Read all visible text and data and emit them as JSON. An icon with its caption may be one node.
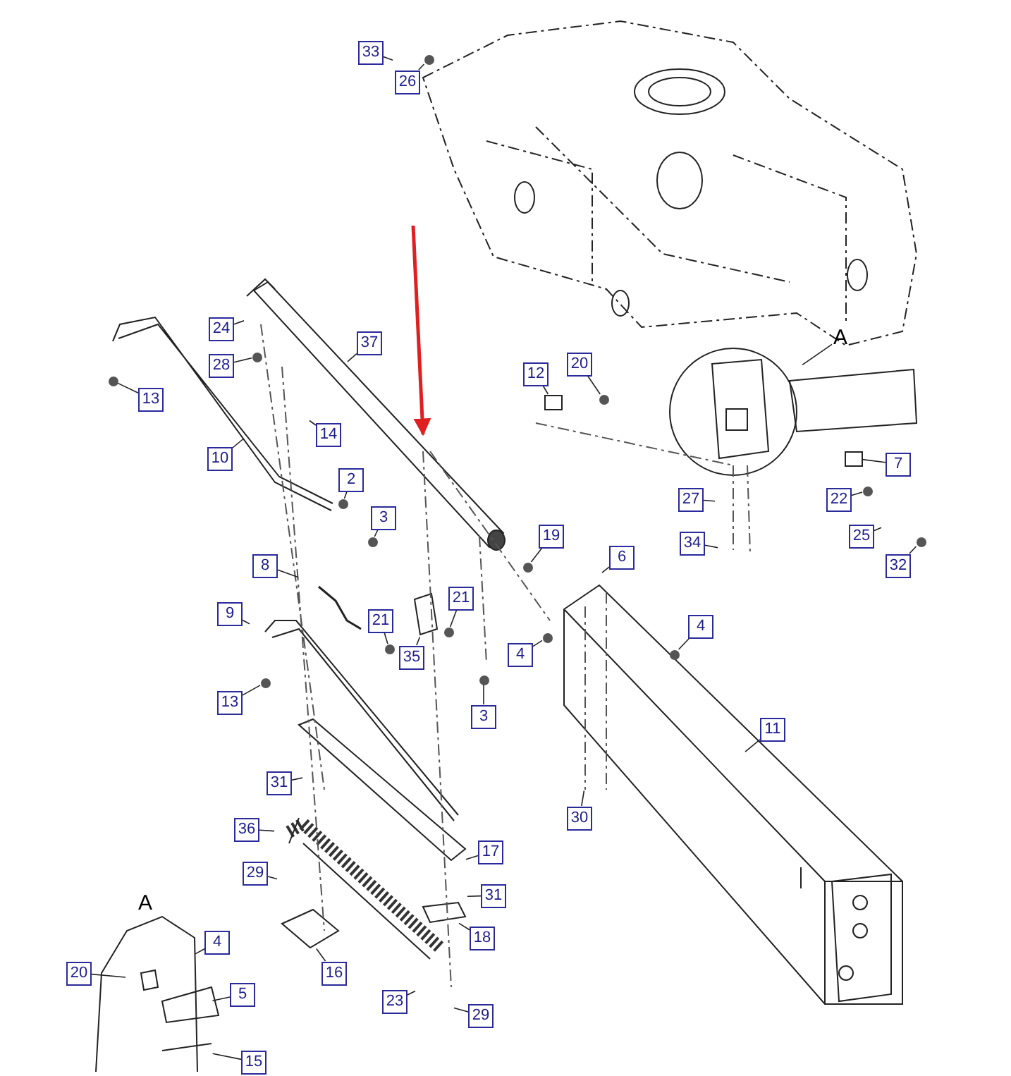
{
  "diagram": {
    "nodes": [
      {
        "text": [
          "33"
        ]
      },
      {
        "text": [
          "26"
        ]
      },
      {
        "text": [
          "24"
        ]
      },
      {
        "text": [
          "A"
        ]
      },
      {
        "text": [
          "37"
        ]
      },
      {
        "text": [
          "20"
        ]
      },
      {
        "text": [
          "28"
        ]
      },
      {
        "text": [
          "12"
        ]
      },
      {
        "text": [
          "13"
        ]
      },
      {
        "text": [
          "14"
        ]
      },
      {
        "text": [
          "10"
        ]
      },
      {
        "text": [
          "7"
        ]
      },
      {
        "text": [
          "2"
        ]
      },
      {
        "text": [
          "27"
        ]
      },
      {
        "text": [
          "22"
        ]
      },
      {
        "text": [
          "3"
        ]
      },
      {
        "text": [
          "19"
        ]
      },
      {
        "text": [
          "25"
        ]
      },
      {
        "text": [
          "34"
        ]
      },
      {
        "text": [
          "6"
        ]
      },
      {
        "text": [
          "8"
        ]
      },
      {
        "text": [
          "32"
        ]
      },
      {
        "text": [
          "21"
        ]
      },
      {
        "text": [
          "9"
        ]
      },
      {
        "text": [
          "21"
        ]
      },
      {
        "text": [
          "4"
        ]
      },
      {
        "text": [
          "4"
        ]
      },
      {
        "text": [
          "35"
        ]
      },
      {
        "text": [
          "13"
        ]
      },
      {
        "text": [
          "3"
        ]
      },
      {
        "text": [
          "11"
        ]
      },
      {
        "text": [
          "31"
        ]
      },
      {
        "text": [
          "30"
        ]
      },
      {
        "text": [
          "36"
        ]
      },
      {
        "text": [
          "17"
        ]
      },
      {
        "text": [
          "29"
        ]
      },
      {
        "text": [
          "31"
        ]
      },
      {
        "text": [
          "A"
        ]
      },
      {
        "text": [
          "18"
        ]
      },
      {
        "text": [
          "4"
        ]
      },
      {
        "text": [
          "20"
        ]
      },
      {
        "text": [
          "16"
        ]
      },
      {
        "text": [
          "5"
        ]
      },
      {
        "text": [
          "23"
        ]
      },
      {
        "text": [
          "29"
        ]
      },
      {
        "text": [
          "15"
        ]
      },
      {
        "text": [],
        "shape": "circle"
      },
      {
        "text": [],
        "shape": "circle"
      },
      {
        "text": [],
        "shape": "box"
      },
      {
        "text": [],
        "shape": "circle"
      },
      {
        "text": [],
        "shape": "circle"
      },
      {
        "text": [],
        "shape": "box"
      },
      {
        "text": [],
        "shape": "circle"
      },
      {
        "text": [],
        "shape": "circle"
      },
      {
        "text": [],
        "shape": "circle"
      },
      {
        "text": [],
        "shape": "circle"
      },
      {
        "text": [],
        "shape": "circle"
      },
      {
        "text": [],
        "shape": "circle"
      },
      {
        "text": [],
        "shape": "circle"
      },
      {
        "text": [],
        "shape": "circle"
      },
      {
        "text": [],
        "shape": "circle"
      },
      {
        "text": [],
        "shape": "circle"
      },
      {
        "text": [],
        "shape": "circle"
      }
    ],
    "edges": [
      {
        "from": 0,
        "to": null,
        "arrow": "none"
      },
      {
        "from": 1,
        "to": 46,
        "arrow": "none"
      },
      {
        "from": 2,
        "to": null,
        "arrow": "none"
      },
      {
        "from": 3,
        "to": null,
        "arrow": "none"
      },
      {
        "from": 4,
        "to": null,
        "arrow": "none"
      },
      {
        "from": 5,
        "to": 49,
        "arrow": "none"
      },
      {
        "from": 6,
        "to": 47,
        "arrow": "none"
      },
      {
        "from": 7,
        "to": 48,
        "arrow": "none"
      },
      {
        "from": 8,
        "to": 50,
        "arrow": "none"
      },
      {
        "from": 9,
        "to": null,
        "arrow": "none"
      },
      {
        "from": 10,
        "to": null,
        "arrow": "none"
      },
      {
        "from": 11,
        "to": 51,
        "arrow": "none"
      },
      {
        "from": 12,
        "to": 52,
        "arrow": "none"
      },
      {
        "from": 13,
        "to": null,
        "arrow": "none"
      },
      {
        "from": 14,
        "to": 53,
        "arrow": "none"
      },
      {
        "from": 15,
        "to": 54,
        "arrow": "none"
      },
      {
        "from": 16,
        "to": 55,
        "arrow": "none"
      },
      {
        "from": 17,
        "to": null,
        "arrow": "none"
      },
      {
        "from": 18,
        "to": null,
        "arrow": "none"
      },
      {
        "from": 19,
        "to": null,
        "arrow": "none"
      },
      {
        "from": 20,
        "to": null,
        "arrow": "none"
      },
      {
        "from": 21,
        "to": 56,
        "arrow": "none"
      },
      {
        "from": 22,
        "to": 57,
        "arrow": "none"
      },
      {
        "from": 23,
        "to": null,
        "arrow": "none"
      },
      {
        "from": 24,
        "to": 58,
        "arrow": "none"
      },
      {
        "from": 25,
        "to": 59,
        "arrow": "none"
      },
      {
        "from": 26,
        "to": 60,
        "arrow": "none"
      },
      {
        "from": 27,
        "to": null,
        "arrow": "none"
      },
      {
        "from": 28,
        "to": 61,
        "arrow": "none"
      },
      {
        "from": 29,
        "to": 62,
        "arrow": "none"
      },
      {
        "from": 30,
        "to": null,
        "arrow": "none"
      },
      {
        "from": 31,
        "to": null,
        "arrow": "none"
      },
      {
        "from": 32,
        "to": null,
        "arrow": "none"
      },
      {
        "from": 33,
        "to": null,
        "arrow": "none"
      },
      {
        "from": 34,
        "to": null,
        "arrow": "none"
      },
      {
        "from": 35,
        "to": null,
        "arrow": "none"
      },
      {
        "from": 36,
        "to": null,
        "arrow": "none"
      },
      {
        "from": 38,
        "to": null,
        "arrow": "none"
      },
      {
        "from": 39,
        "to": null,
        "arrow": "none"
      },
      {
        "from": 40,
        "to": null,
        "arrow": "none"
      },
      {
        "from": 41,
        "to": null,
        "arrow": "none"
      },
      {
        "from": 42,
        "to": null,
        "arrow": "none"
      },
      {
        "from": 43,
        "to": null,
        "arrow": "none"
      },
      {
        "from": 44,
        "to": null,
        "arrow": "none"
      },
      {
        "from": 45,
        "to": null,
        "arrow": "none"
      }
    ]
  }
}
